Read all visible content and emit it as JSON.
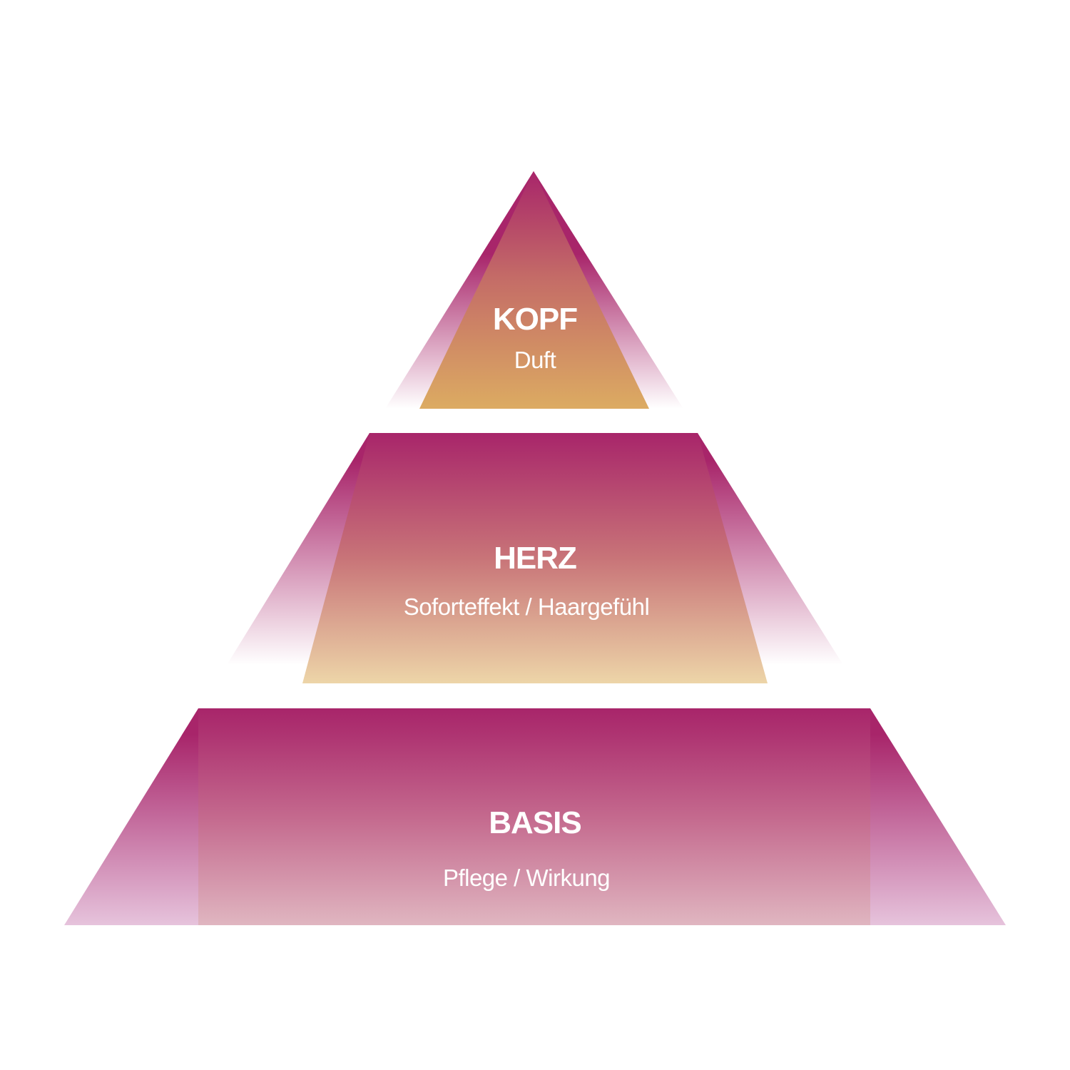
{
  "pyramid": {
    "colors": {
      "top": "#a8256a",
      "kopf_bottom": "#dcab62",
      "herz_bottom": "#edd5a8",
      "basis_bottom": "#dfb4bd",
      "side_fade": "#ffffff"
    },
    "tiers": [
      {
        "id": "kopf",
        "title": "KOPF",
        "subtitle": "Duft"
      },
      {
        "id": "herz",
        "title": "HERZ",
        "subtitle": "Soforteffekt / Haargefühl"
      },
      {
        "id": "basis",
        "title": "BASIS",
        "subtitle": "Pflege / Wirkung"
      }
    ]
  }
}
